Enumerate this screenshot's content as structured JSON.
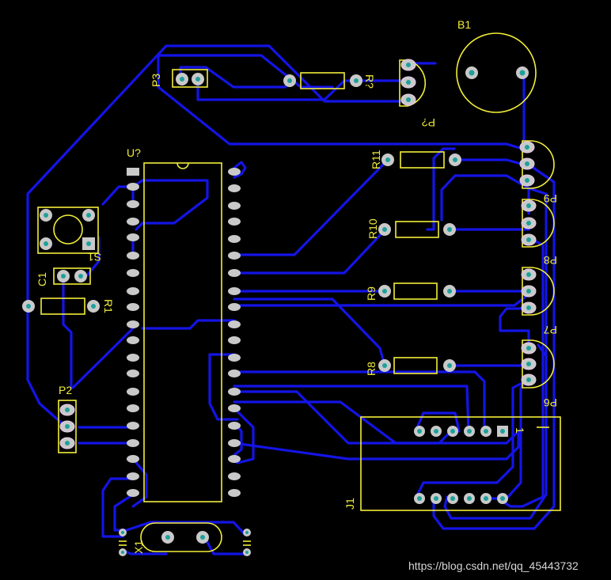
{
  "board": {
    "background": "#000000",
    "trace_color": "#1414e6",
    "silk_color": "#f2ee3a",
    "pad_color": "#c9c9c9",
    "drill_color": "#1ea09b"
  },
  "designators": {
    "b1": "B1",
    "p3": "P3",
    "r_top": "R?",
    "p_top": "P?",
    "u": "U?",
    "r11": "R11",
    "r10": "R10",
    "r9": "R9",
    "r8": "R8",
    "p9": "P9",
    "p8": "P8",
    "p7": "P7",
    "p6": "P6",
    "s1": "S1",
    "c1": "C1",
    "r1": "R1",
    "p2": "P2",
    "x1": "X1",
    "j1": "J1",
    "j1_pin1": "1"
  },
  "watermark": "https://blog.csdn.net/qq_45443732"
}
